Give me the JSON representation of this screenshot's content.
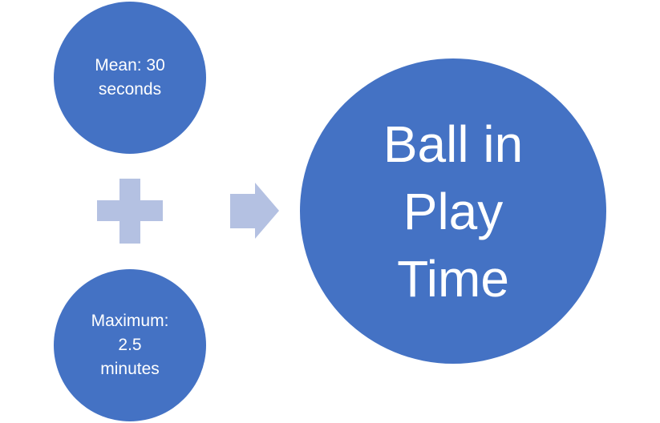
{
  "colors": {
    "circle_fill": "#4472C4",
    "connector_fill": "#B4C1E2",
    "text": "#FFFFFF",
    "background": "#FFFFFF"
  },
  "inputs": [
    {
      "id": "mean",
      "lines": [
        "Mean: 30",
        "seconds"
      ]
    },
    {
      "id": "maximum",
      "lines": [
        "Maximum:",
        "2.5",
        "minutes"
      ]
    }
  ],
  "operator": {
    "icon": "plus-icon"
  },
  "connector": {
    "icon": "arrow-right-icon"
  },
  "result": {
    "lines": [
      "Ball in",
      "Play",
      "Time"
    ]
  }
}
